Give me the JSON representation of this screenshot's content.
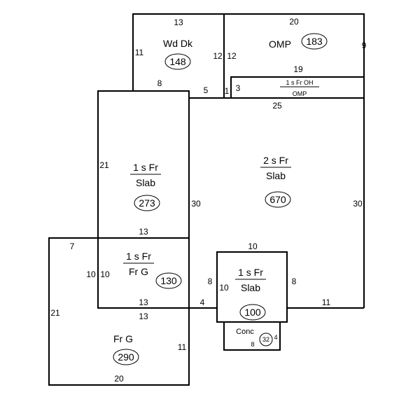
{
  "areas": {
    "wood_deck": {
      "label": "Wd Dk",
      "area": "148"
    },
    "omp": {
      "label": "OMP",
      "area": "183"
    },
    "overhang": {
      "top": "1 s Fr OH",
      "bottom": "OMP"
    },
    "two_story": {
      "top": "2 s Fr",
      "bottom": "Slab",
      "area": "670"
    },
    "left_one_story": {
      "top": "1 s Fr",
      "bottom": "Slab",
      "area": "273"
    },
    "left_garage_wing": {
      "top": "1 s Fr",
      "bottom": "Fr G",
      "area": "130"
    },
    "garage": {
      "label": "Fr G",
      "area": "290"
    },
    "entry": {
      "top": "1 s Fr",
      "bottom": "Slab",
      "area": "100"
    },
    "concrete": {
      "label": "Conc",
      "area": "32"
    }
  },
  "dimensions": {
    "d13_deck_top": "13",
    "d20_omp_top": "20",
    "d11_deck_left": "11",
    "d12_deck_right": "12",
    "d12_omp_left": "12",
    "d9_omp_right": "9",
    "d19_oh_top": "19",
    "d8_deck_bottom": "8",
    "d5": "5",
    "d1": "1",
    "d3": "3",
    "d25": "25",
    "d21_left_upper": "21",
    "d30_mid": "30",
    "d30_right": "30",
    "d13_upper_left_bottom": "13",
    "d7": "7",
    "d10_wing_left_a": "10",
    "d10_wing_left_b": "10",
    "d10_entry_top": "10",
    "d8_entry_left": "8",
    "d10_entry_inner": "10",
    "d8_entry_right": "8",
    "d4": "4",
    "d11_bottom_right": "11",
    "d13_wing_bottom": "13",
    "d13_garage_top": "13",
    "d21_garage_left": "21",
    "d11_garage_right": "11",
    "d20_garage_bottom": "20",
    "d8_conc_bottom": "8",
    "d4_conc_right": "4"
  }
}
